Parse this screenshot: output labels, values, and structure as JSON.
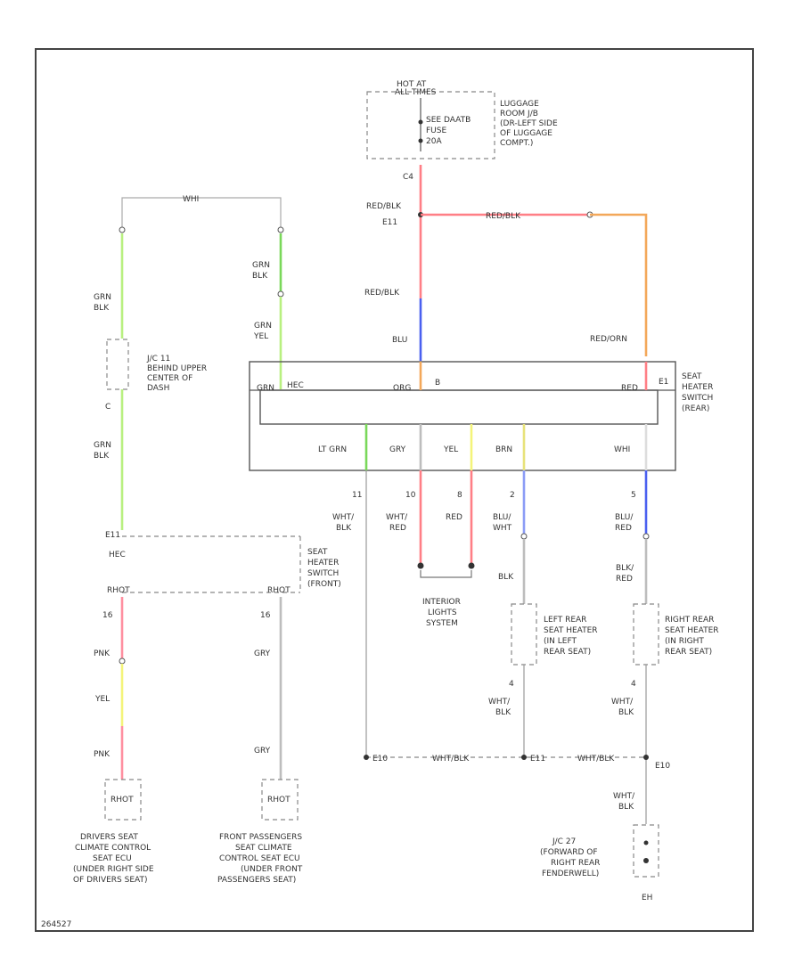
{
  "colors": {
    "red": "#ff7f86",
    "orange": "#f3a85a",
    "blue": "#4a60f0",
    "green": "#b8f080",
    "green_dark": "#7ad85a",
    "yellow": "#f4f47a",
    "gray": "#bdbdbd",
    "pink": "#ff8fa0",
    "lightblue": "#8c9cf6"
  },
  "labels": {
    "hot_at": "HOT AT",
    "all_times": "ALL TIMES",
    "fuse1": "SEE DAATB",
    "fuse2": "FUSE",
    "fuse3": "20A",
    "luggage1": "LUGGAGE",
    "luggage2": "ROOM J/B",
    "luggage3": "(DR-LEFT SIDE",
    "luggage4": "OF LUGGAGE",
    "luggage5": "COMPT.)",
    "c4": "C4",
    "redblk_1": "RED/BLK",
    "e1_1": "E11",
    "redblk_main": "RED/BLK",
    "redblk_2": "RED/BLK",
    "blu": "BLU",
    "redorn": "RED/ORN",
    "whi_top": "WHI",
    "grn_blk_1a": "GRN",
    "grn_blk_1b": "BLK",
    "grn_blk_2a": "GRN",
    "grn_blk_2b": "BLK",
    "grn_yel_a": "GRN",
    "grn_yel_b": "YEL",
    "jc_1": "J/C 11",
    "jc_2": "BEHIND UPPER",
    "jc_3": "CENTER OF",
    "jc_4": "DASH",
    "jc_pin": "C",
    "grn_blk_3a": "GRN",
    "grn_blk_3b": "BLK",
    "sw_grn": "GRN",
    "sw_hec": "HEC",
    "sw_org": "ORG",
    "sw_b": "B",
    "sw_red": "RED",
    "sw_e1": "E1",
    "seat_rear1": "SEAT",
    "seat_rear2": "HEATER",
    "seat_rear3": "SWITCH",
    "seat_rear4": "(REAR)",
    "lt_grn": "LT GRN",
    "gry": "GRY",
    "yel": "YEL",
    "brn": "BRN",
    "whi": "WHI",
    "pin_11": "11",
    "pin_10": "10",
    "pin_8": "8",
    "pin_2": "2",
    "pin_5": "5",
    "whi_blk_a": "WHT/",
    "whi_blk_b": "BLK",
    "whi_red_a": "WHT/",
    "whi_red_b": "RED",
    "red_w": "RED",
    "blu_wht_a": "BLU/",
    "blu_wht_b": "WHT",
    "blu_red_a": "BLU/",
    "blu_red_b": "RED",
    "blk": "BLK",
    "blk_red_a": "BLK/",
    "blk_red_b": "RED",
    "interior1": "INTERIOR",
    "interior2": "LIGHTS",
    "interior3": "SYSTEM",
    "left_heater1": "LEFT REAR",
    "left_heater2": "SEAT HEATER",
    "left_heater3": "(IN LEFT",
    "left_heater4": "REAR SEAT)",
    "right_heater1": "RIGHT REAR",
    "right_heater2": "SEAT HEATER",
    "right_heater3": "(IN RIGHT",
    "right_heater4": "REAR SEAT)",
    "pin_4a": "4",
    "pin_4b": "4",
    "wb_l_a": "WHT/",
    "wb_l_b": "BLK",
    "wb_r_a": "WHT/",
    "wb_r_b": "BLK",
    "hec": "HEC",
    "seat_front1": "SEAT",
    "seat_front2": "HEATER",
    "seat_front3": "SWITCH",
    "seat_front4": "(FRONT)",
    "pin_16a": "16",
    "pin_16b": "16",
    "pnk_1": "PNK",
    "yel_2": "YEL",
    "pnk_2": "PNK",
    "gry_1": "GRY",
    "gry_2": "GRY",
    "e10": "E10",
    "wht_blk_g1": "WHT/BLK",
    "e11": "E11",
    "wht_blk_g2": "WHT/BLK",
    "e10b": "E10",
    "wht_blk_g3a": "WHT/",
    "wht_blk_g3b": "BLK",
    "jc2_1": "J/C 27",
    "jc2_2": "(FORWARD OF",
    "jc2_3": "RIGHT REAR",
    "jc2_4": "FENDERWELL)",
    "eh": "EH",
    "rhot": "RHOT",
    "rhot2": "RHOT",
    "drv1": "DRIVERS SEAT",
    "drv2": "CLIMATE CONTROL",
    "drv3": "SEAT ECU",
    "drv4": "(UNDER RIGHT SIDE",
    "drv5": "OF DRIVERS SEAT)",
    "pas1": "FRONT PASSENGERS",
    "pas2": "SEAT CLIMATE",
    "pas3": "CONTROL SEAT ECU",
    "pas4": "(UNDER FRONT",
    "pas5": "PASSENGERS SEAT)",
    "ref": "264527"
  }
}
